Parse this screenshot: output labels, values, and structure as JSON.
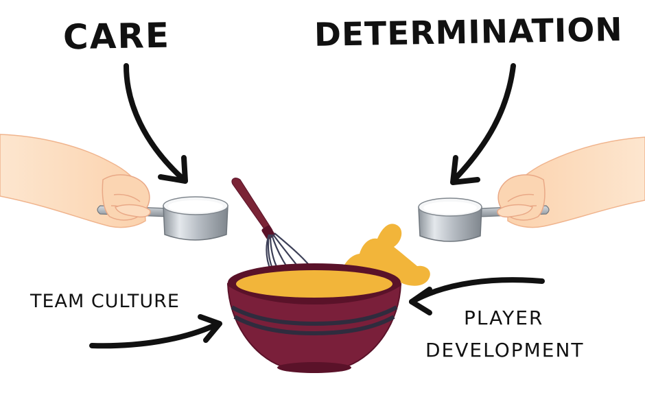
{
  "labels": {
    "care": "CARE",
    "determination": "DETERMINATION",
    "team_culture": "TEAM CULTURE",
    "player": "PLAYER",
    "development": "DEVELOPMENT"
  },
  "colors": {
    "bowl": "#7a1f3a",
    "bowl_dark": "#5a1229",
    "bowl_stripe": "#2f2c3e",
    "batter": "#f2b53a",
    "whisk_handle": "#7a2436",
    "whisk_wire": "#3c3f57",
    "skin": "#fbd5b2",
    "skin_shadow": "#f0b48d",
    "cup_metal": "#b9bfc6",
    "arrow": "#111111"
  }
}
